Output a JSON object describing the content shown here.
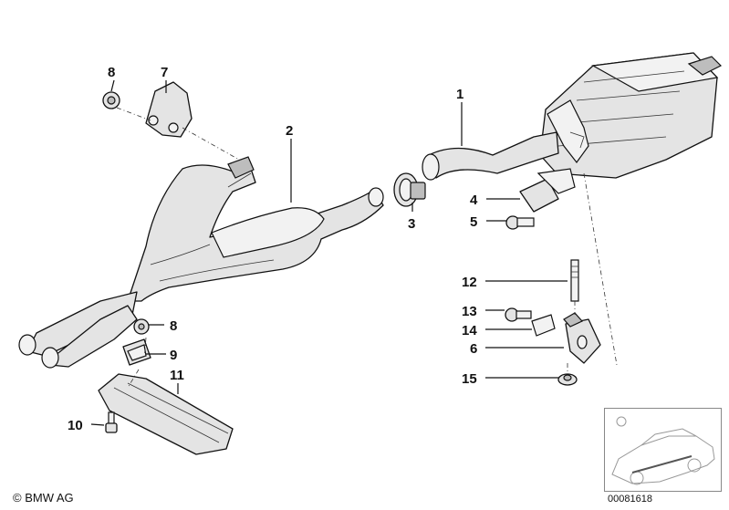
{
  "diagram": {
    "callouts": [
      {
        "id": "c1",
        "label": "1"
      },
      {
        "id": "c2",
        "label": "2"
      },
      {
        "id": "c3",
        "label": "3"
      },
      {
        "id": "c4",
        "label": "4"
      },
      {
        "id": "c5",
        "label": "5"
      },
      {
        "id": "c6",
        "label": "6"
      },
      {
        "id": "c7",
        "label": "7"
      },
      {
        "id": "c8a",
        "label": "8"
      },
      {
        "id": "c8b",
        "label": "8"
      },
      {
        "id": "c9",
        "label": "9"
      },
      {
        "id": "c10",
        "label": "10"
      },
      {
        "id": "c11",
        "label": "11"
      },
      {
        "id": "c12",
        "label": "12"
      },
      {
        "id": "c13",
        "label": "13"
      },
      {
        "id": "c14",
        "label": "14"
      },
      {
        "id": "c15",
        "label": "15"
      }
    ]
  },
  "footer": {
    "copyright": "© BMW AG",
    "document_number": "00081618"
  }
}
